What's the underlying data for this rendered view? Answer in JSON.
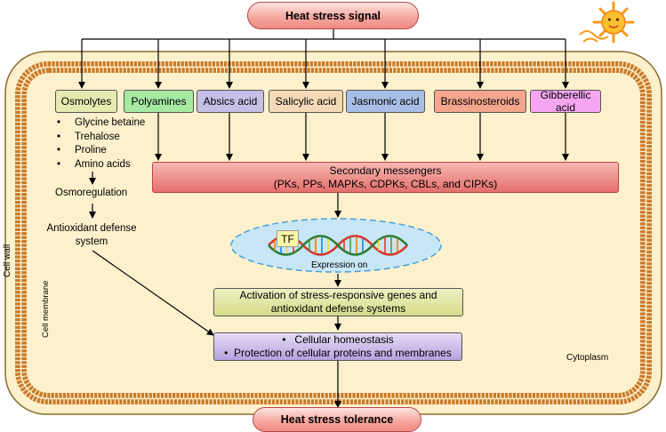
{
  "signal": "Heat stress signal",
  "tolerance": "Heat stress tolerance",
  "labels": {
    "cell_wall": "Cell wall",
    "cell_membrane": "Cell membrane",
    "cytoplasm": "Cytoplasm"
  },
  "molecules": [
    "Osmolytes",
    "Polyamines",
    "Absics acid",
    "Salicylic acid",
    "Jasmonic acid",
    "Brassinosteroids",
    "Gibberellic acid"
  ],
  "colors": {
    "osmolytes": "#e5eab0",
    "polyamines": "#a6e9a2",
    "abscisic": "#c7bfe7",
    "salicylic": "#f4d9b6",
    "jasmonic": "#a7bfe6",
    "brassino": "#f3a58d",
    "gibberellic": "#f6a6f1",
    "membrane": "#c97a2a",
    "cell_fill": "#fdf0cc"
  },
  "osmolytes_list": [
    "Glycine betaine",
    "Trehalose",
    "Proline",
    "Amino acids"
  ],
  "osmoregulation": "Osmoregulation",
  "antioxidant_line1": "Antioxidant defense",
  "antioxidant_line2": "system",
  "secondary": {
    "line1": "Secondary messengers",
    "line2": "(PKs, PPs, MAPKs, CDPKs, CBLs, and CIPKs)"
  },
  "tf": "TF",
  "expression": "Expression on",
  "activation": {
    "line1": "Activation of stress-responsive genes and",
    "line2": "antioxidant defense systems"
  },
  "homeostasis": {
    "line1": "Cellular homeostasis",
    "line2": "Protection of cellular proteins and membranes"
  }
}
